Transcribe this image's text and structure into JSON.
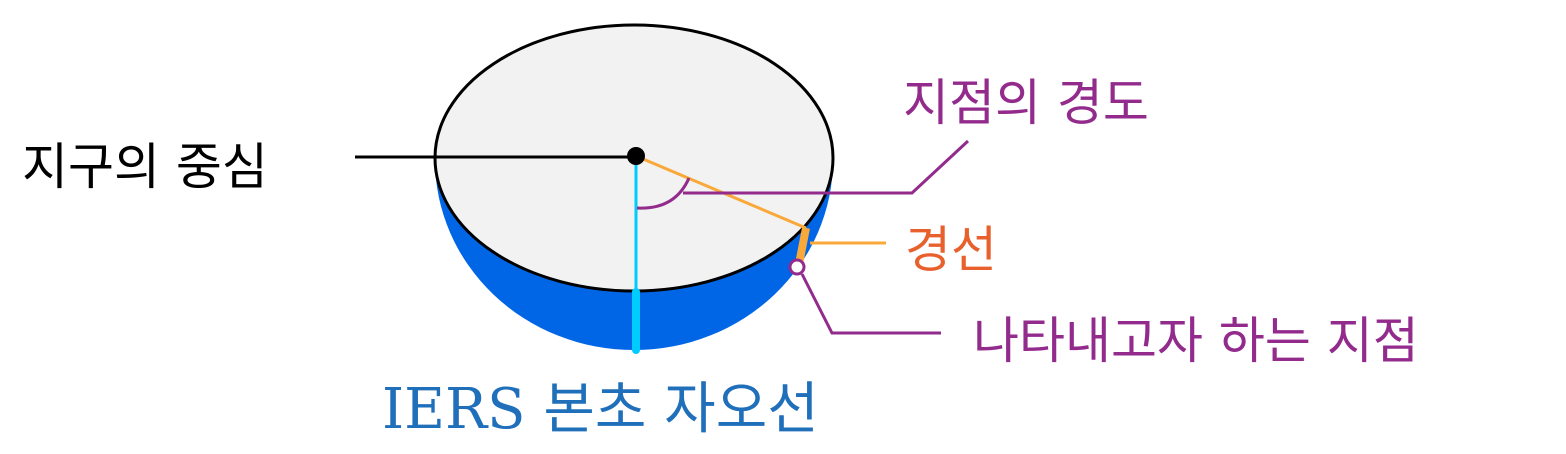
{
  "labels": {
    "earth_center": "지구의 중심",
    "point_longitude": "지점의 경도",
    "meridian": "경선",
    "target_point": "나타내고자 하는 지점",
    "prime_meridian": "IERS 본초 자오선"
  },
  "colors": {
    "sphere_fill": "#0066e6",
    "disk_fill": "#f2f2f2",
    "meridian": "#f9a93a",
    "purple": "#922b8c",
    "prime_meridian_line": "#00ccff",
    "meridian_label": "#e8602c",
    "prime_meridian_label": "#1f6fba"
  }
}
